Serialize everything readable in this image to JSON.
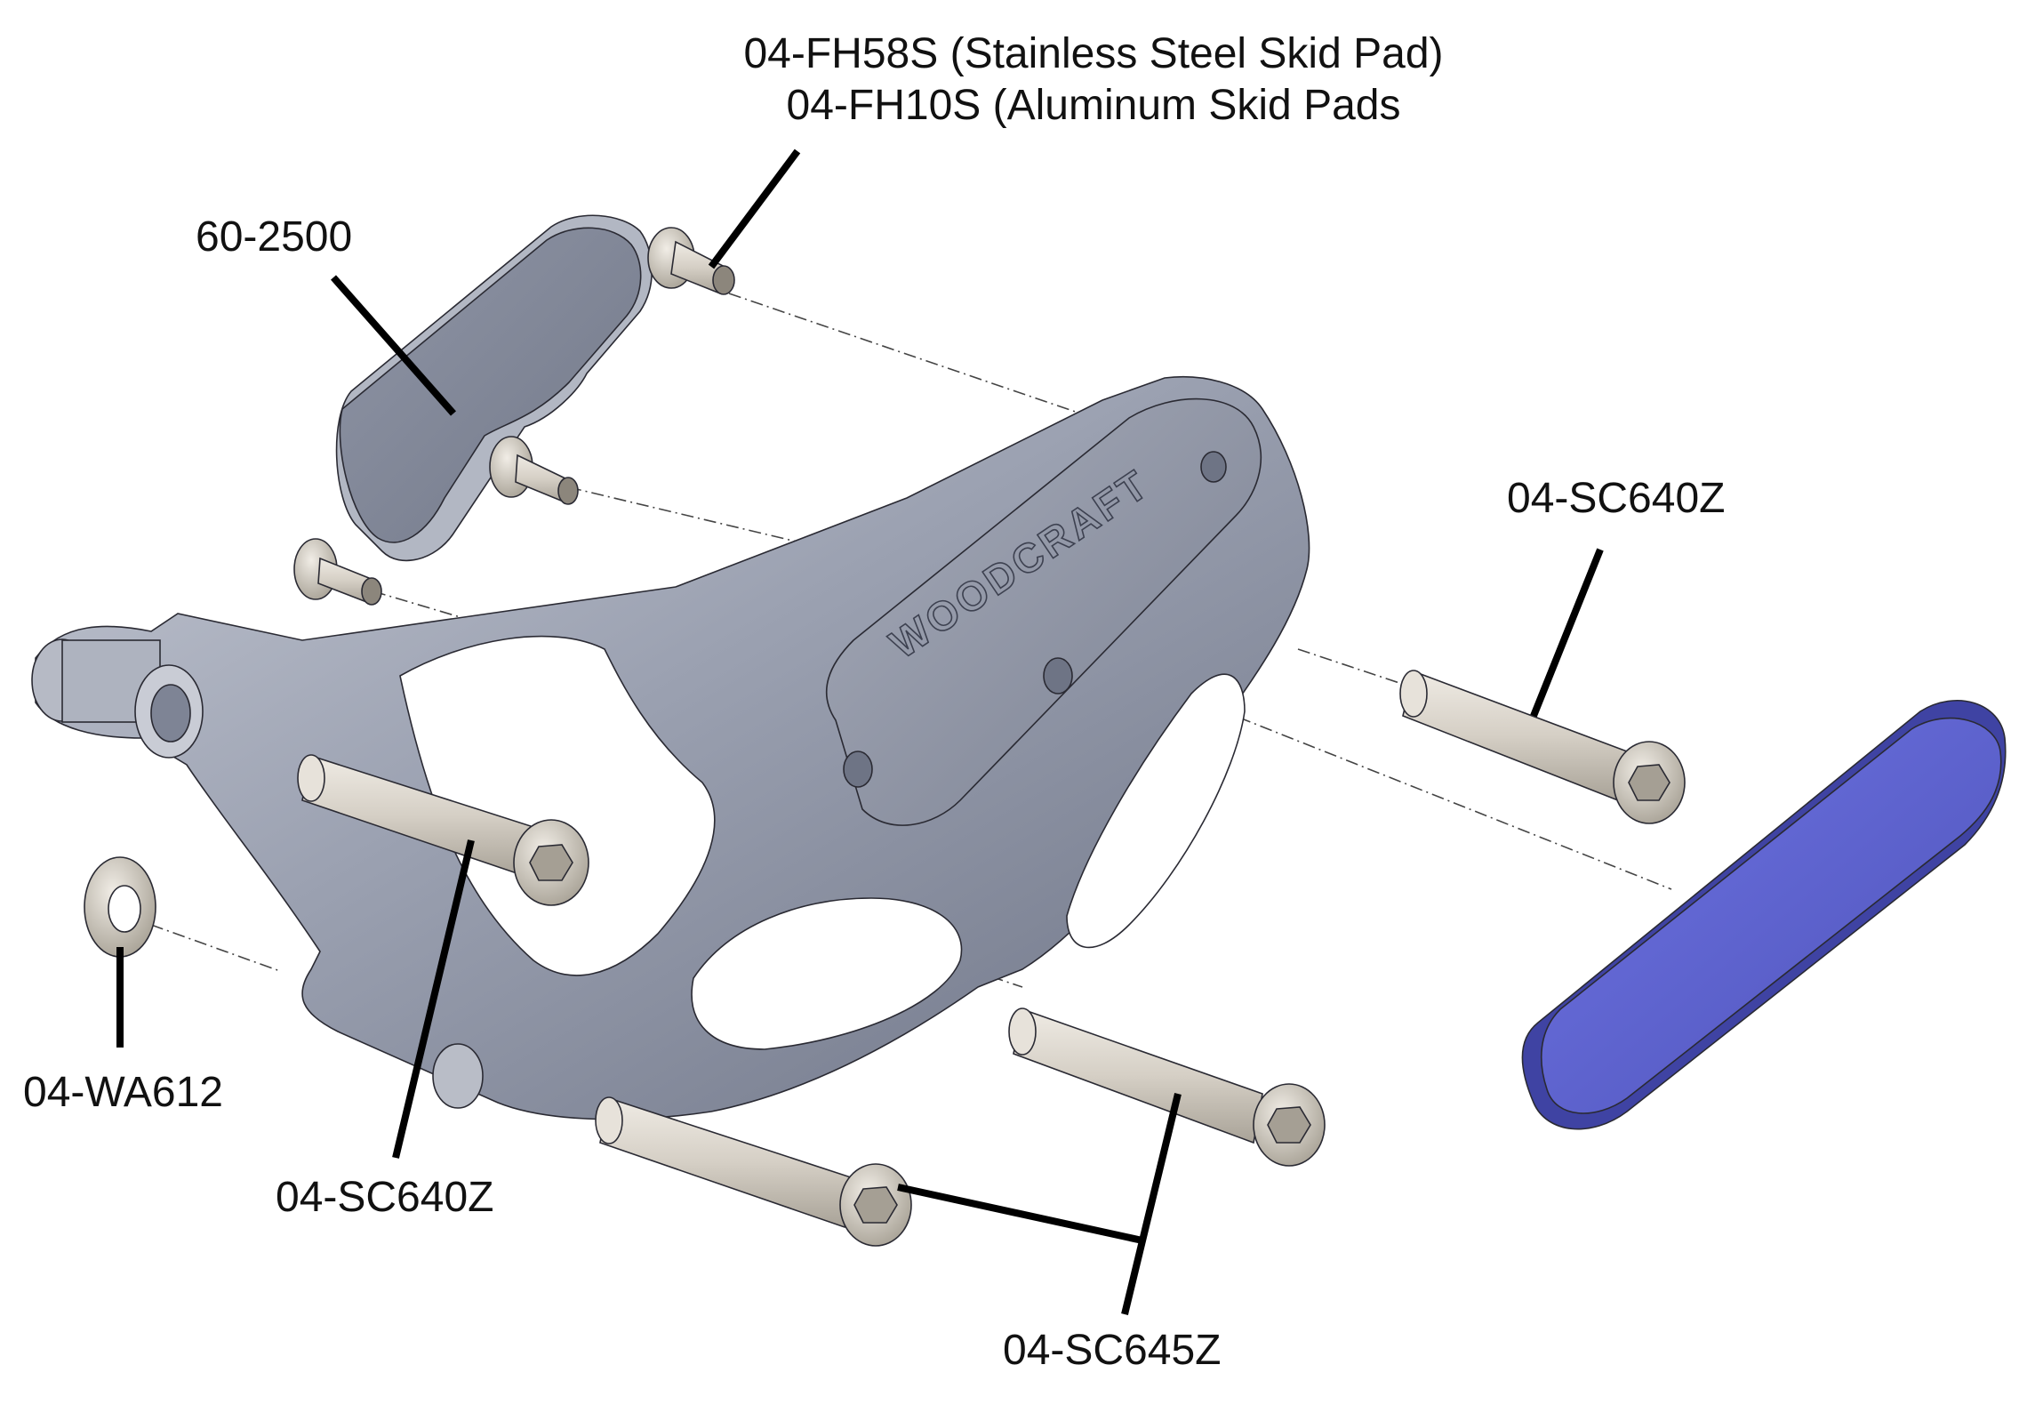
{
  "callouts": {
    "skid_pad_line1": "04-FH58S (Stainless Steel Skid Pad)",
    "skid_pad_line2": "04-FH10S (Aluminum Skid Pads",
    "plate": "60-2500",
    "screw_right": "04-SC640Z",
    "washer": "04-WA612",
    "screw_left": "04-SC640Z",
    "screws_bottom": "04-SC645Z"
  },
  "logo_text": "WOODCRAFT",
  "colors": {
    "background": "#ffffff",
    "guard_metal": "#9aa0b0",
    "guard_face": "#868c9c",
    "plate_gray": "#7f8596",
    "skid_pad_blue": "#5a5fc8",
    "fastener": "#d6d0c6",
    "leader": "#000000"
  }
}
